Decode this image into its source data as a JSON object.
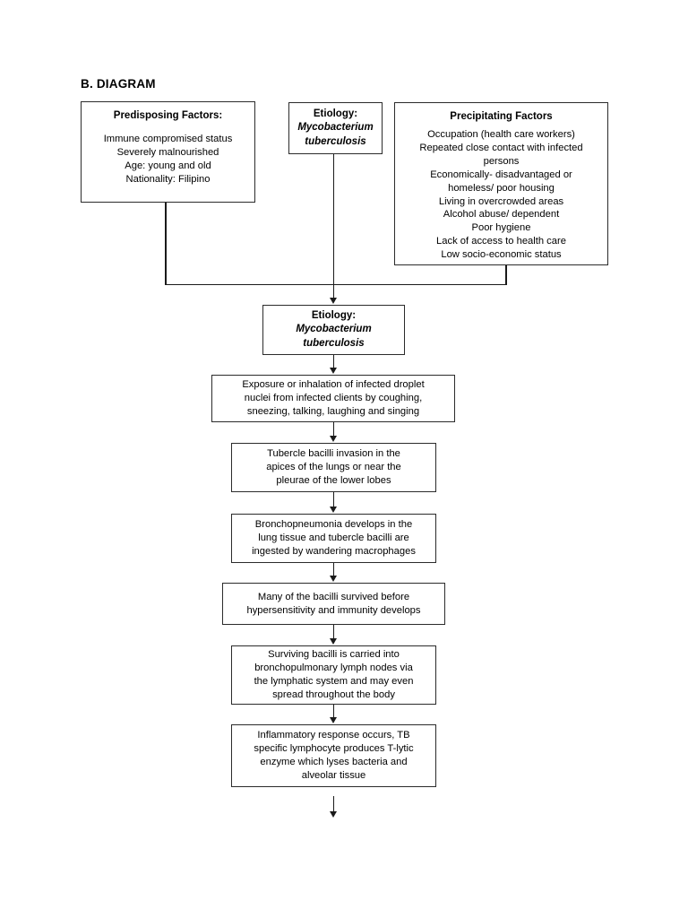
{
  "page": {
    "section_label": "B. DIAGRAM"
  },
  "boxes": {
    "predisposing": {
      "title": "Predisposing Factors:",
      "lines": [
        "Immune compromised status",
        "Severely malnourished",
        "Age: young and old",
        "Nationality: Filipino"
      ]
    },
    "etiology_top": {
      "title": "Etiology:",
      "organism_line1": "Mycobacterium",
      "organism_line2": "tuberculosis"
    },
    "precipitating": {
      "title": "Precipitating Factors",
      "lines": [
        "Occupation (health care workers)",
        "Repeated close contact with infected",
        "persons",
        "Economically- disadvantaged or",
        "homeless/ poor housing",
        "Living in overcrowded areas",
        "Alcohol abuse/ dependent",
        "Poor hygiene",
        "Lack of access to health care",
        "Low socio-economic status"
      ]
    },
    "etiology_main": {
      "title": "Etiology:",
      "organism_line1": "Mycobacterium",
      "organism_line2": "tuberculosis"
    },
    "exposure": {
      "lines": [
        "Exposure or inhalation of infected droplet",
        "nuclei from infected clients by coughing,",
        "sneezing, talking, laughing and singing"
      ]
    },
    "tubercle": {
      "lines": [
        "Tubercle bacilli invasion in the",
        "apices of the lungs or near the",
        "pleurae of the lower lobes"
      ]
    },
    "bronchopneumonia": {
      "lines": [
        "Bronchopneumonia develops in the",
        "lung tissue and tubercle bacilli are",
        "ingested by wandering macrophages"
      ]
    },
    "many_bacilli": {
      "lines": [
        "Many of the bacilli survived before",
        "hypersensitivity and immunity develops"
      ]
    },
    "surviving": {
      "lines": [
        "Surviving bacilli is carried into",
        "bronchopulmonary lymph nodes via",
        "the lymphatic system and may even",
        "spread throughout the body"
      ]
    },
    "inflammatory": {
      "lines": [
        "Inflammatory response occurs, TB",
        "specific lymphocyte produces T-lytic",
        "enzyme which lyses bacteria and",
        "alveolar tissue"
      ]
    }
  },
  "colors": {
    "box_border": "#2b2b2b",
    "connector": "#1a1a1a",
    "background": "#ffffff",
    "text": "#000000"
  }
}
